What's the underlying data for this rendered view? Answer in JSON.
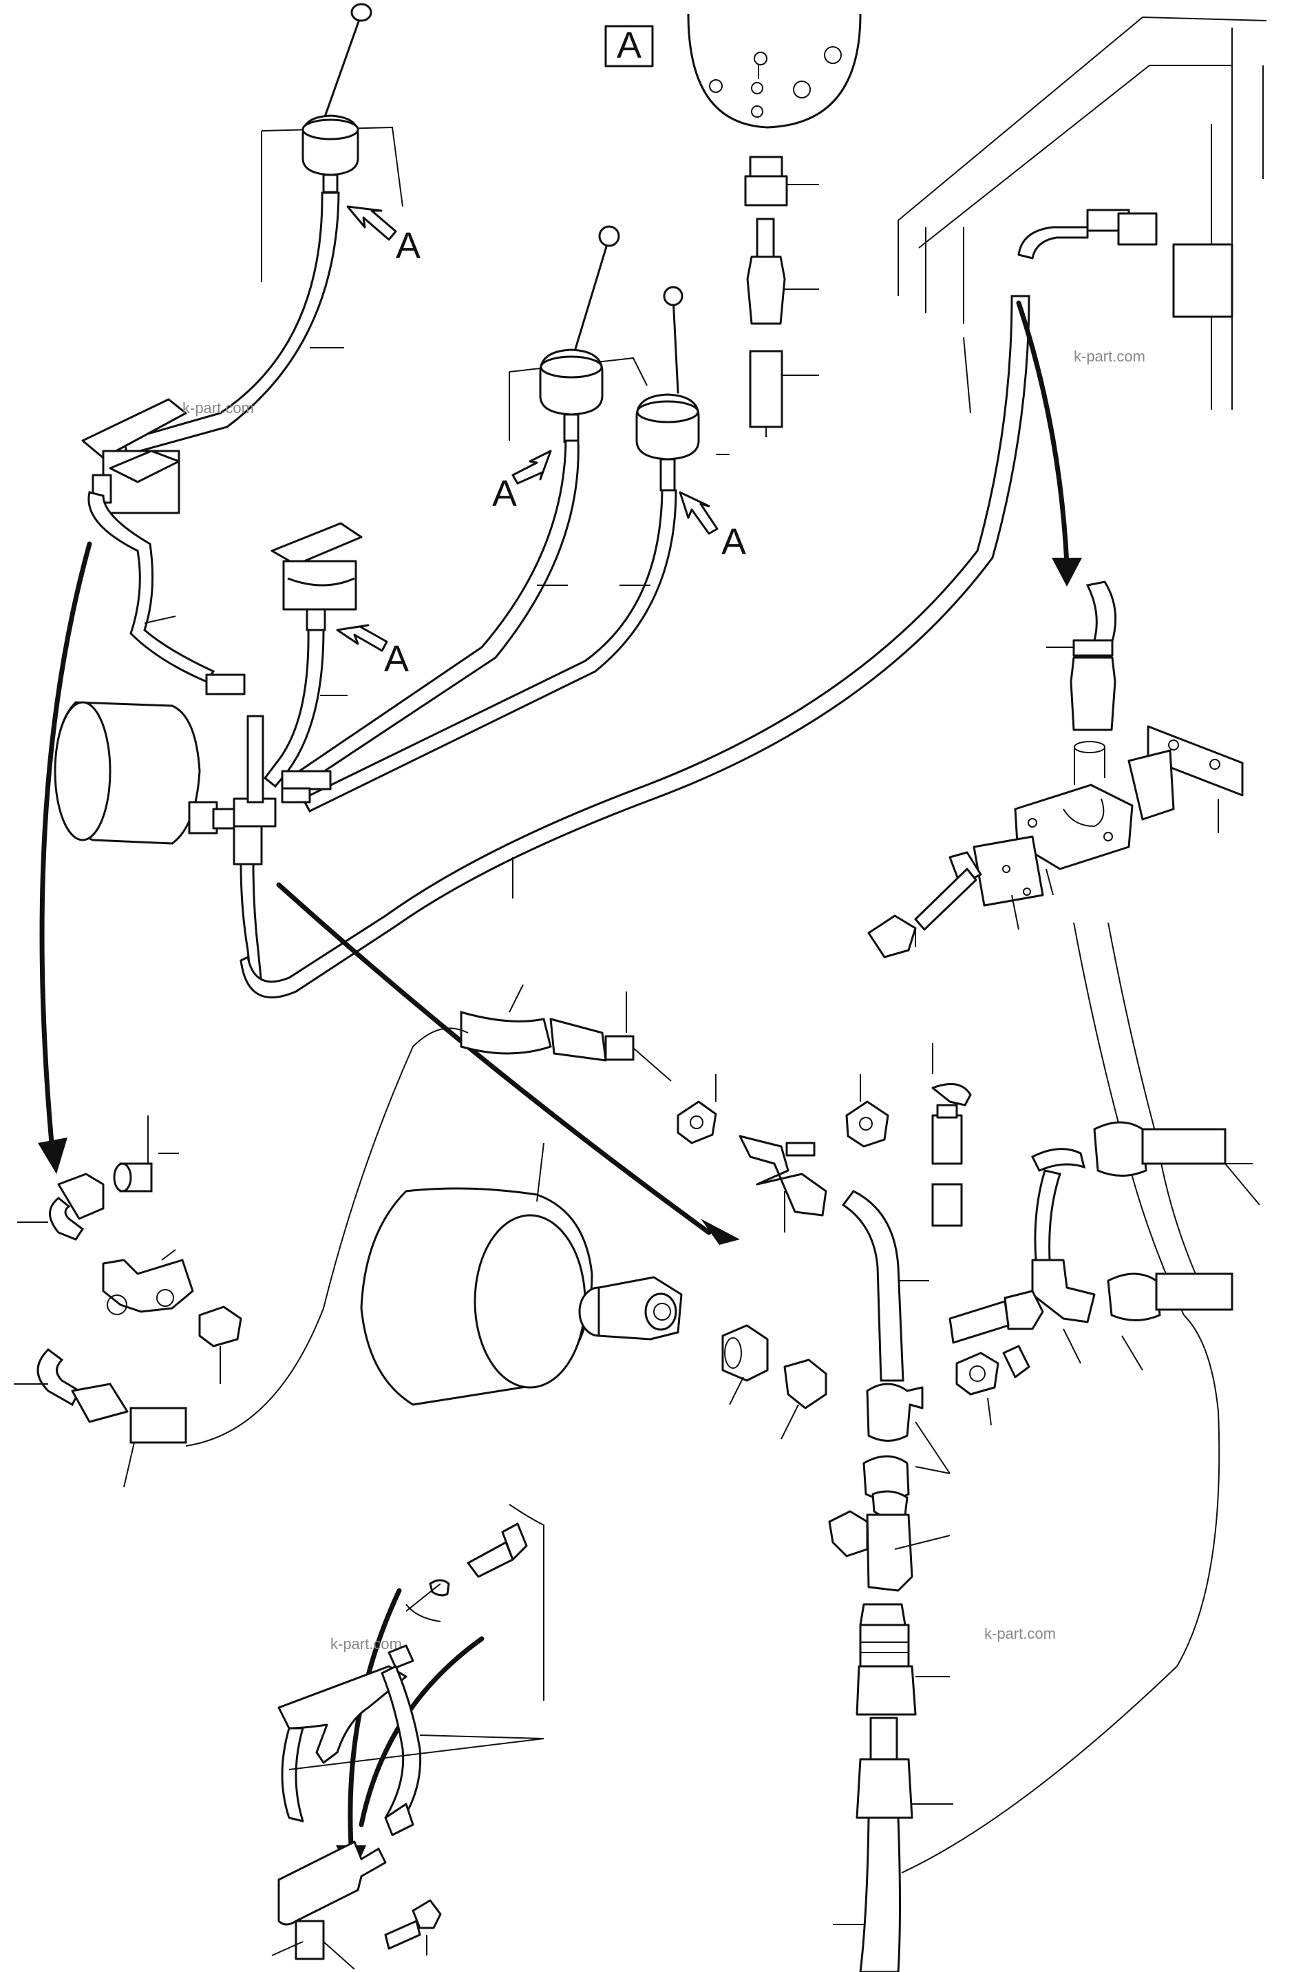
{
  "view_label": "A",
  "callout_letter": "A",
  "watermark": "k-part.com",
  "colors": {
    "ink": "#111111",
    "paper": "#ffffff",
    "watermark": "#888888"
  },
  "icons": [
    "joystick",
    "foot-pedal",
    "accumulator",
    "tee-fitting",
    "elbow-fitting",
    "clamp",
    "bolt",
    "hose",
    "arrow"
  ]
}
